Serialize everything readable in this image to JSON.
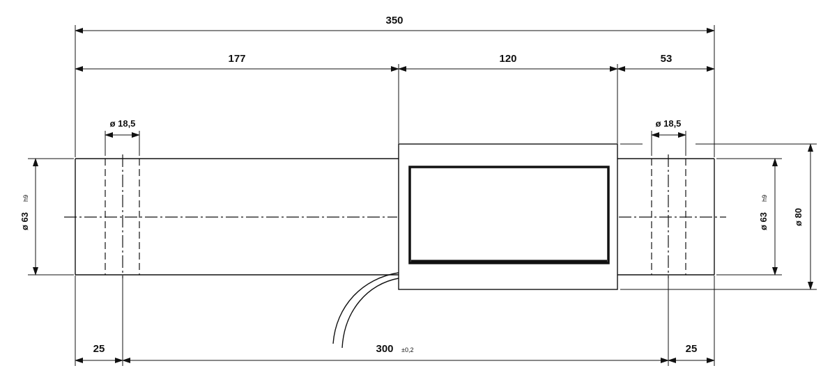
{
  "drawing": {
    "overall_length": "350",
    "left_section": "177",
    "middle_section": "120",
    "right_section": "53",
    "left_hole_dia": "ø 18,5",
    "right_hole_dia": "ø 18,5",
    "left_shaft_dia": "ø 63",
    "left_shaft_tol": "h9",
    "right_shaft_dia": "ø 63",
    "right_shaft_tol": "h9",
    "housing_dia": "ø 80",
    "left_end_offset": "25",
    "right_end_offset": "25",
    "hole_spacing": "300",
    "hole_spacing_tol": "±0,2"
  }
}
